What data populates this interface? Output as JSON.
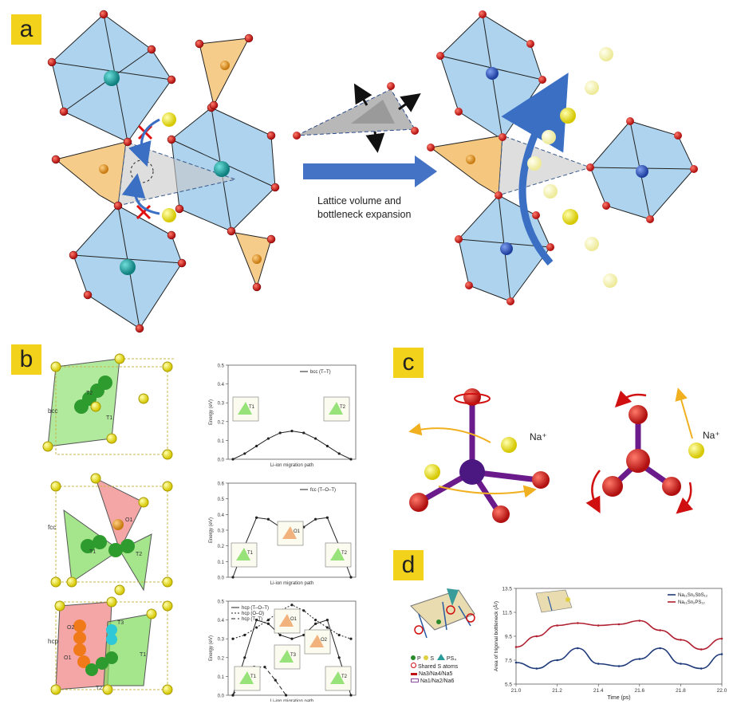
{
  "panels": {
    "a": {
      "label": "a",
      "caption_line1": "Lattice volume and",
      "caption_line2": "bottleneck expansion"
    },
    "b": {
      "label": "b",
      "rows": [
        {
          "name": "bcc",
          "legend": [
            "bcc (T–T)"
          ],
          "ylabel": "Energy (eV)",
          "xlabel": "Li-ion migration path",
          "ticks": [
            "0.0",
            "0.1",
            "0.2",
            "0.3",
            "0.4",
            "0.5"
          ],
          "sites": [
            "T1",
            "T2"
          ]
        },
        {
          "name": "fcc",
          "legend": [
            "fcc (T–O–T)"
          ],
          "ylabel": "Energy (eV)",
          "xlabel": "Li-ion migration path",
          "ticks": [
            "0.0",
            "0.1",
            "0.2",
            "0.3",
            "0.4",
            "0.5",
            "0.6"
          ],
          "sites": [
            "T1",
            "O1",
            "T2"
          ]
        },
        {
          "name": "hcp",
          "legend": [
            "hcp (T–O–T)",
            "hcp (O–O)",
            "hcp (T–T)"
          ],
          "ylabel": "Energy (eV)",
          "xlabel": "Li-ion migration path",
          "ticks": [
            "0.0",
            "0.1",
            "0.2",
            "0.3",
            "0.4",
            "0.5"
          ],
          "sites": [
            "O1",
            "T3",
            "O2",
            "T1",
            "T2"
          ]
        }
      ],
      "structure_labels": {
        "bcc": [
          "T2",
          "T1"
        ],
        "fcc": [
          "O1",
          "T1",
          "T2"
        ],
        "hcp": [
          "O2",
          "T3",
          "O1",
          "T1",
          "T2"
        ]
      }
    },
    "c": {
      "label": "c",
      "ion1": "Na⁺",
      "ion2": "Na⁺"
    },
    "d": {
      "label": "d",
      "legend_items": [
        "P",
        "S",
        "PS₄",
        "Shared S atoms",
        "Na3/Na4/Na5",
        "Na1/Na2/Na6"
      ],
      "series_labels": [
        "Na₁₁Sn₂SbS₁₂",
        "Na₁₁Sn₂PS₁₂"
      ]
    }
  },
  "chart_data": [
    {
      "type": "line",
      "title": "",
      "xlabel": "Li-ion migration path",
      "ylabel": "Energy (eV)",
      "ylim": [
        0,
        0.5
      ],
      "series": [
        {
          "name": "bcc (T–T)",
          "values": [
            0.0,
            0.03,
            0.07,
            0.11,
            0.14,
            0.15,
            0.14,
            0.11,
            0.07,
            0.03,
            0.0
          ]
        }
      ]
    },
    {
      "type": "line",
      "title": "",
      "xlabel": "Li-ion migration path",
      "ylabel": "Energy (eV)",
      "ylim": [
        0,
        0.6
      ],
      "series": [
        {
          "name": "fcc (T–O–T)",
          "values": [
            0.0,
            0.2,
            0.38,
            0.37,
            0.32,
            0.3,
            0.32,
            0.37,
            0.38,
            0.2,
            0.0
          ]
        }
      ]
    },
    {
      "type": "line",
      "title": "",
      "xlabel": "Li-ion migration path",
      "ylabel": "Energy (eV)",
      "ylim": [
        0,
        0.5
      ],
      "series": [
        {
          "name": "hcp (T–O–T)",
          "values": [
            0.0,
            0.2,
            0.4,
            0.38,
            0.32,
            0.3,
            0.32,
            0.38,
            0.4,
            0.2,
            0.0
          ]
        },
        {
          "name": "hcp (O–O)",
          "values": [
            0.3,
            0.32,
            0.36,
            0.4,
            0.45,
            0.48,
            0.45,
            0.4,
            0.36,
            0.32,
            0.3
          ]
        },
        {
          "name": "hcp (T–T)",
          "values": [
            0.0,
            0.08,
            0.15,
            0.15,
            0.08,
            0.0
          ]
        }
      ]
    },
    {
      "type": "line",
      "title": "",
      "xlabel": "Time (ps)",
      "ylabel": "Area of trigonal bottleneck (Å²)",
      "xlim": [
        21.0,
        22.0
      ],
      "ylim": [
        5.5,
        13.5
      ],
      "x": [
        21.0,
        21.1,
        21.2,
        21.3,
        21.4,
        21.5,
        21.6,
        21.7,
        21.8,
        21.9,
        22.0
      ],
      "xticks": [
        "21.0",
        "21.2",
        "21.4",
        "21.6",
        "21.8",
        "22.0"
      ],
      "yticks": [
        "5.5",
        "7.5",
        "9.5",
        "11.5",
        "13.5"
      ],
      "series": [
        {
          "name": "Na₁₁Sn₂SbS₁₂",
          "values": [
            7.3,
            6.8,
            7.5,
            8.5,
            7.2,
            7.0,
            7.6,
            8.5,
            7.2,
            6.8,
            8.0
          ]
        },
        {
          "name": "Na₁₁Sn₂PS₁₂",
          "values": [
            8.6,
            9.5,
            10.4,
            10.6,
            10.4,
            10.5,
            10.8,
            10.0,
            9.2,
            8.4,
            9.3
          ]
        }
      ]
    }
  ]
}
